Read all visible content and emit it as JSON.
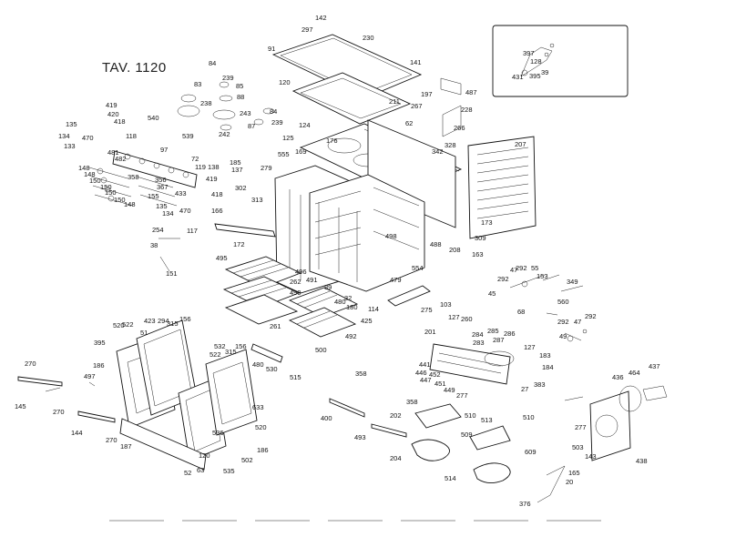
{
  "table_title": "TAV. 1120",
  "part_labels": [
    "142",
    "297",
    "230",
    "91",
    "141",
    "487",
    "397",
    "128",
    "431",
    "395",
    "39",
    "84",
    "239",
    "85",
    "83",
    "88",
    "238",
    "243",
    "84",
    "239",
    "242",
    "87",
    "120",
    "124",
    "125",
    "176",
    "211",
    "267",
    "62",
    "228",
    "197",
    "266",
    "328",
    "342",
    "207",
    "419",
    "420",
    "418",
    "540",
    "135",
    "134",
    "470",
    "133",
    "118",
    "97",
    "539",
    "72",
    "119",
    "138",
    "185",
    "137",
    "302",
    "419",
    "418",
    "135",
    "470",
    "134",
    "481",
    "482",
    "148",
    "148",
    "150",
    "150",
    "150",
    "150",
    "148",
    "356",
    "358",
    "367",
    "155",
    "433",
    "279",
    "555",
    "169",
    "313",
    "166",
    "254",
    "38",
    "117",
    "172",
    "151",
    "488",
    "208",
    "163",
    "309",
    "173",
    "554",
    "498",
    "479",
    "495",
    "262",
    "496",
    "491",
    "261",
    "499",
    "89",
    "480",
    "32",
    "180",
    "114",
    "425",
    "492",
    "500",
    "55",
    "47",
    "292",
    "153",
    "349",
    "45",
    "292",
    "560",
    "68",
    "292",
    "47",
    "49",
    "292",
    "103",
    "275",
    "127",
    "260",
    "201",
    "284",
    "283",
    "285",
    "286",
    "287",
    "441",
    "446",
    "447",
    "452",
    "451",
    "449",
    "277",
    "127",
    "183",
    "184",
    "27",
    "383",
    "423",
    "294",
    "315",
    "156",
    "522",
    "520",
    "51",
    "395",
    "187",
    "186",
    "144",
    "145",
    "270",
    "497",
    "270",
    "270",
    "532",
    "156",
    "315",
    "522",
    "480",
    "530",
    "633",
    "520",
    "536",
    "502",
    "186",
    "535",
    "63",
    "120",
    "52",
    "515",
    "358",
    "358",
    "400",
    "493",
    "202",
    "510",
    "513",
    "510",
    "509",
    "204",
    "609",
    "514",
    "503",
    "143",
    "165",
    "20",
    "376",
    "277",
    "436",
    "464",
    "437",
    "438"
  ]
}
